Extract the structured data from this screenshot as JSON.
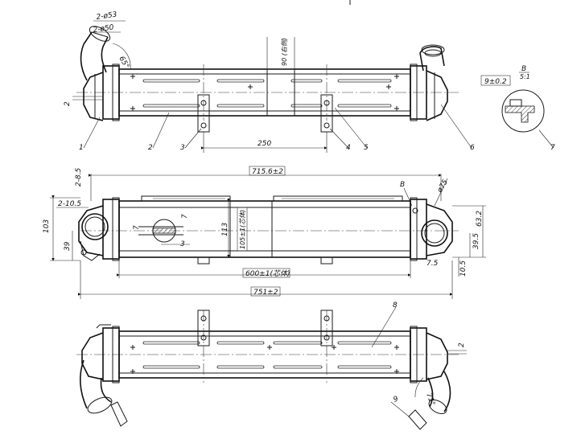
{
  "drawing": {
    "top_view": {
      "dims": {
        "pipe_outer": "2-ø53",
        "pipe_inner": "2-ø50",
        "angle": "65°",
        "thickness": "2",
        "bracket_spacing": "250",
        "tank_width": "90 (右侧)"
      },
      "callouts": [
        "1",
        "2",
        "3",
        "4",
        "5",
        "6"
      ]
    },
    "detail_b": {
      "label": "B",
      "scale": "5:1",
      "dim": "9±0.2",
      "callout": "7"
    },
    "front_view": {
      "dims": {
        "core_length": "715.6±2",
        "total_length": "751±2",
        "core_inner": "600±1(芯体)",
        "core_height": "105±1(芯体)",
        "height_113": "113",
        "height_103": "103",
        "height_39": "39",
        "dim_2_8_5": "2-8.5",
        "dim_2_10_5": "2-10.5",
        "dim_7a": "7",
        "dim_7b": "7",
        "dim_3": "3",
        "right_63_2": "63.2",
        "right_39_5": "39.5",
        "right_7_5": "7.5",
        "right_10_5": "10.5",
        "right_dia_75": "ø75"
      },
      "section_label": "B"
    },
    "bottom_view": {
      "dims": {
        "thickness": "2",
        "angle_71": "71°",
        "dim_9": "9"
      },
      "callout": "8"
    }
  }
}
